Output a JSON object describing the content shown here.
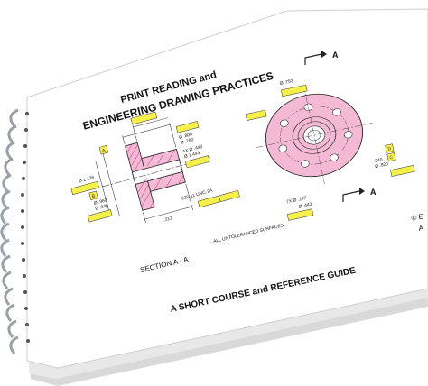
{
  "book": {
    "title_line1": "PRINT READING and",
    "title_line2": "ENGINEERING DRAWING PRACTICES",
    "section_label": "SECTION  A - A",
    "untoleranced_note": "ALL UNTOLERANCED SURFACES",
    "subtitle": "A SHORT COURSE and REFERENCE GUIDE",
    "edge_mark_1": "© E",
    "edge_mark_2": "A"
  },
  "drawing": {
    "view_label_a": "A",
    "view_label_a2": "A",
    "dims": {
      "d1": "Ø .800",
      "d2": "Ø .780",
      "d3": "4X Ø .443",
      "d4": "Ø 1.126",
      "d5": "Ø .960",
      "d6": "Ø .940",
      "d7": "7X Ø .247",
      "d8": "Ø .753",
      "d9": "Ø 1.443",
      "d10": ".625-11 UNC-2A",
      "d11": "Ø .443",
      "d12": "Ø .820",
      "d13": ".212",
      "d14": ".240"
    },
    "datums": [
      "A",
      "B",
      "C",
      "D"
    ]
  },
  "colors": {
    "pink_fill": "#f4b9d4",
    "yellow_frame": "#f5f04a",
    "binding_ring": "#9aa0a6",
    "line": "#222222"
  }
}
